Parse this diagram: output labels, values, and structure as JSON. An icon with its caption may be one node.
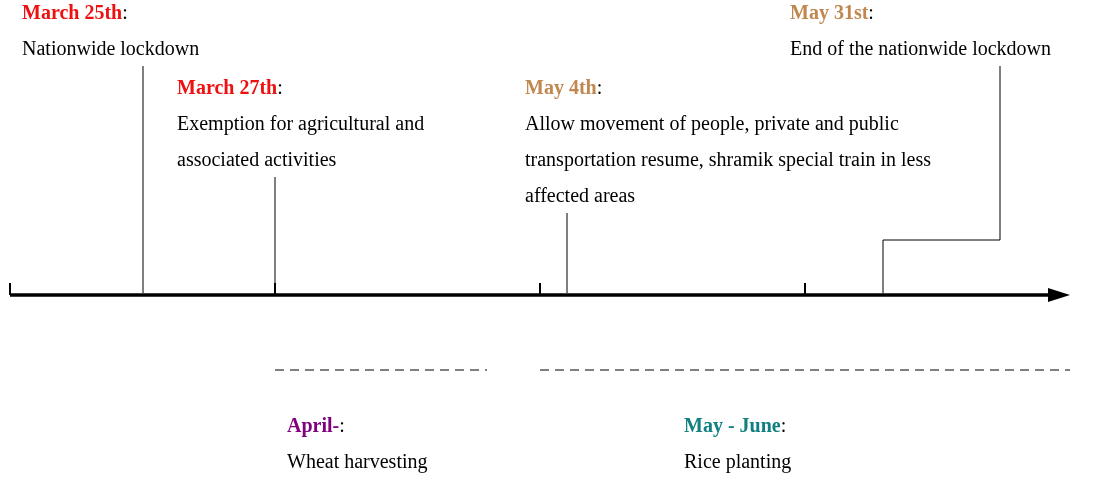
{
  "diagram": {
    "nodes": [
      {
        "text": [
          "**March 25th**:",
          "Nationwide lockdown"
        ]
      },
      {
        "text": [
          "**March 27th**:",
          "Exemption for agricultural and associated activities"
        ]
      },
      {
        "text": [
          "**May 4th**:",
          "Allow movement of people, private and public transportation resume, shramik special train in less affected areas"
        ]
      },
      {
        "text": [
          "**May 31st**:",
          "End of the nationwide lockdown"
        ]
      },
      {
        "text": [
          "**April-**:",
          "Wheat harvesting"
        ]
      },
      {
        "text": [
          "**May - June**:",
          "Rice planting"
        ]
      }
    ],
    "edges": [
      {
        "from": 0,
        "to": null,
        "arrow": "none"
      },
      {
        "from": 1,
        "to": null,
        "arrow": "none"
      },
      {
        "from": 2,
        "to": null,
        "arrow": "none"
      },
      {
        "from": 3,
        "to": null,
        "arrow": "none"
      }
    ]
  }
}
